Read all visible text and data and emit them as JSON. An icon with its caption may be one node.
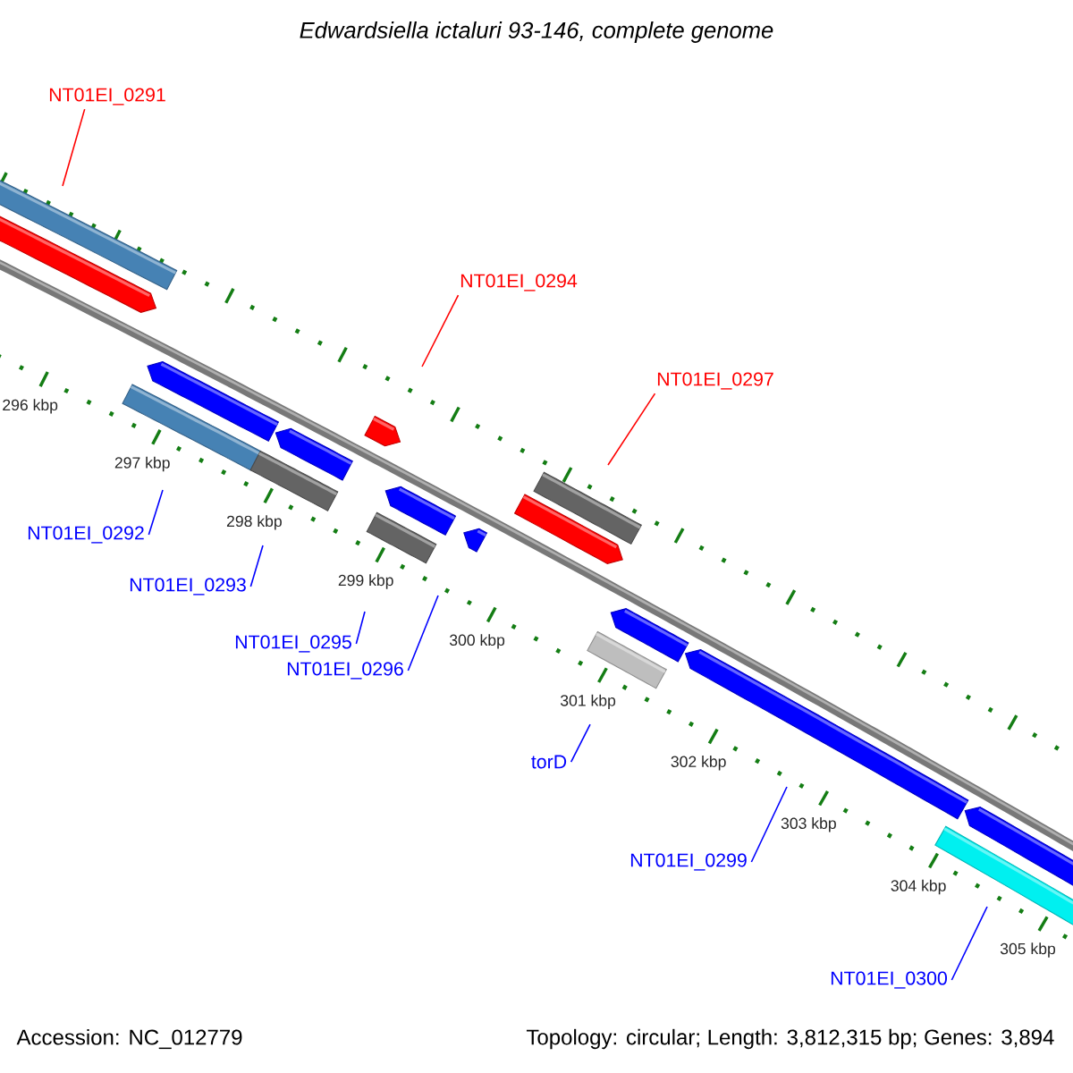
{
  "diagram": {
    "title": "Edwardsiella ictaluri 93-146, complete genome",
    "nodes": [
      {
        "text": [
          "NT01EI_0291"
        ]
      },
      {
        "text": [
          "NT01EI_0294"
        ]
      },
      {
        "text": [
          "NT01EI_0297"
        ]
      },
      {
        "text": [
          "NT01EI_0292"
        ]
      },
      {
        "text": [
          "NT01EI_0293"
        ]
      },
      {
        "text": [
          "NT01EI_0295"
        ]
      },
      {
        "text": [
          "NT01EI_0296"
        ]
      },
      {
        "text": [
          "torD"
        ]
      },
      {
        "text": [
          "NT01EI_0299"
        ]
      },
      {
        "text": [
          "NT01EI_0300"
        ]
      }
    ],
    "edges": [
      {
        "from": 0,
        "to": null,
        "arrow": "none",
        "color": "#ff0000"
      },
      {
        "from": 1,
        "to": null,
        "arrow": "none",
        "color": "#ff0000"
      },
      {
        "from": 2,
        "to": null,
        "arrow": "none",
        "color": "#ff0000"
      },
      {
        "from": 3,
        "to": null,
        "arrow": "none"
      },
      {
        "from": 4,
        "to": null,
        "arrow": "none"
      },
      {
        "from": 5,
        "to": null,
        "arrow": "none"
      },
      {
        "from": 6,
        "to": null,
        "arrow": "none"
      },
      {
        "from": 7,
        "to": null,
        "arrow": "none"
      },
      {
        "from": 8,
        "to": null,
        "arrow": "none"
      },
      {
        "from": 9,
        "to": null,
        "arrow": "none"
      }
    ],
    "labels": [
      "296 kbp",
      "297 kbp",
      "298 kbp",
      "299 kbp",
      "300 kbp",
      "301 kbp",
      "302 kbp",
      "303 kbp",
      "304 kbp",
      "305 kbp",
      "Accession: NC_012779",
      "Topology: circular; Length: 3,812,315 bp; Genes: 3,894"
    ]
  }
}
